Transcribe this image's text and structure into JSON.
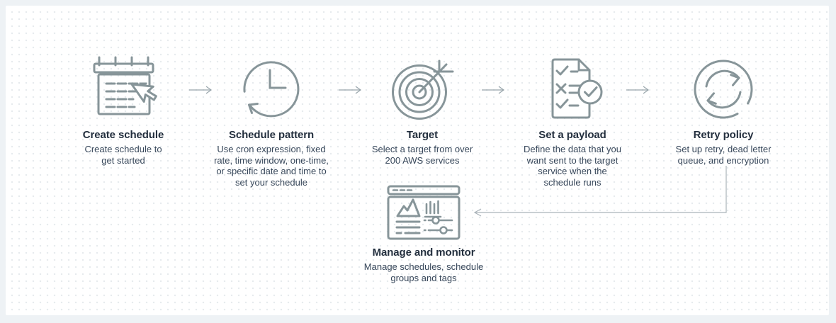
{
  "diagram": {
    "name": "scheduler-how-it-works-flow",
    "steps": [
      {
        "title": "Create schedule",
        "description": "Create schedule to\nget started",
        "icon": "calendar-cursor-icon"
      },
      {
        "title": "Schedule pattern",
        "description": "Use cron expression, fixed\nrate, time window, one-time,\nor specific date and time to\nset your schedule",
        "icon": "recurring-clock-icon"
      },
      {
        "title": "Target",
        "description": "Select a target from over\n200 AWS services",
        "icon": "target-bullseye-icon"
      },
      {
        "title": "Set a payload",
        "description": "Define the data that you\nwant sent to the target\nservice when the\nschedule runs",
        "icon": "payload-checklist-icon"
      },
      {
        "title": "Retry policy",
        "description": "Set up retry, dead letter\nqueue, and encryption",
        "icon": "retry-sync-icon"
      },
      {
        "title": "Manage and monitor",
        "description": "Manage schedules, schedule\ngroups and tags",
        "icon": "monitor-dashboard-icon"
      }
    ],
    "connectors": {
      "horizontal_arrow_count": 4,
      "elbow_from": "Retry policy",
      "elbow_to": "Manage and monitor"
    },
    "colors": {
      "background": "#eef2f5",
      "panel": "#ffffff",
      "grid_dot": "#e7ebee",
      "icon_stroke": "#879599",
      "flow_arrow": "#98a5ab",
      "elbow_line": "#aab3b9",
      "title_text": "#232f3e",
      "body_text": "#37475a"
    }
  }
}
